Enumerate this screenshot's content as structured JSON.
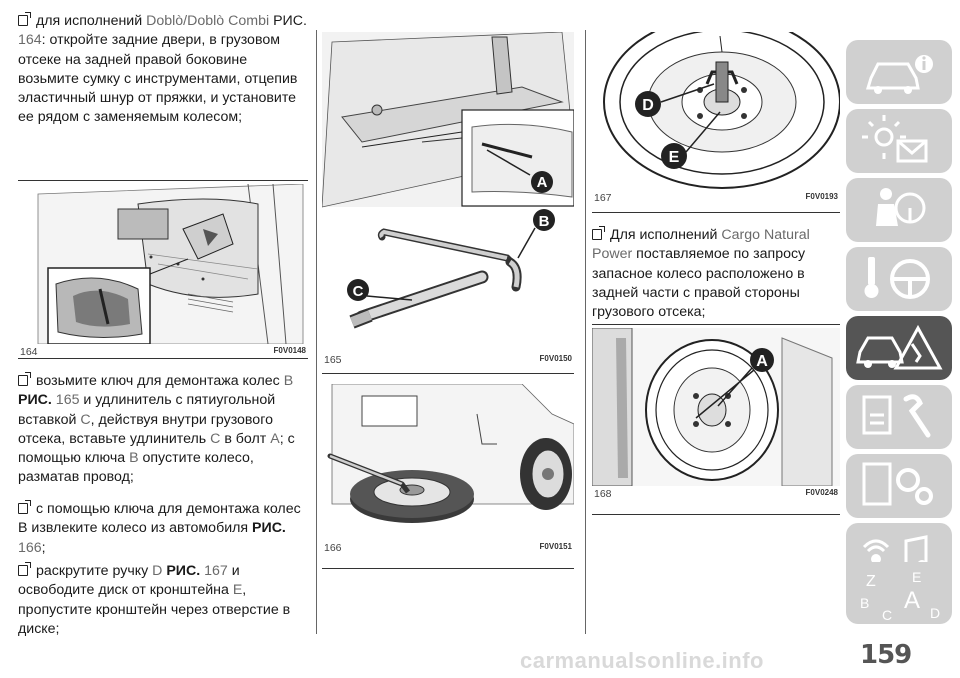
{
  "col1": {
    "p1": {
      "lead": "для исполнений ",
      "model": "Doblò/Doblò Combi",
      "ris": " РИС.",
      "fig": " 164",
      "text": ": откройте задние двери, в грузовом отсеке на задней правой боковине возьмите сумку с инструментами, отцепив эластичный шнур от пряжки, и установите ее рядом с заменяемым колесом;"
    },
    "fig164": {
      "num": "164",
      "code": "F0V0148"
    },
    "p2": {
      "t1": "возьмите ключ для демонтажа колес ",
      "B": "B",
      "ris": " РИС.",
      "fig": " 165",
      "t2": " и удлинитель с пятиугольной вставкой ",
      "C": "C",
      "t3": ", действуя внутри грузового отсека, вставьте удлинитель ",
      "C2": "C",
      "t4": " в болт ",
      "A": "A",
      "t5": "; с помощью ключа ",
      "B2": "B",
      "t6": " опустите колесо, разматав провод;"
    },
    "p3": {
      "t1": "с помощью ключа для демонтажа колес В извлеките колесо из автомобиля ",
      "ris": "РИС.",
      "fig": " 166",
      "t2": ";"
    },
    "p4": {
      "t1": "раскрутите ручку ",
      "D": "D",
      "ris": " РИС.",
      "fig": " 167",
      "t2": " и освободите диск от кронштейна ",
      "E": "E",
      "t3": ", пропустите кронштейн через отверстие в диске;"
    }
  },
  "col2": {
    "fig165": {
      "num": "165",
      "code": "F0V0150",
      "labels": [
        "A",
        "B",
        "C"
      ]
    },
    "fig166": {
      "num": "166",
      "code": "F0V0151"
    }
  },
  "col3": {
    "fig167": {
      "num": "167",
      "code": "F0V0193",
      "labels": [
        "D",
        "E"
      ]
    },
    "p5": {
      "lead": "Для исполнений ",
      "model": "Cargo Natural Power",
      "text": " поставляемое по запросу запасное колесо расположено в задней части с правой стороны грузового отсека;"
    },
    "fig168": {
      "num": "168",
      "code": "F0V0248",
      "labels": [
        "A"
      ]
    }
  },
  "nav": {
    "tabs": [
      {
        "name": "knowing-car",
        "icon": "car-info-icon"
      },
      {
        "name": "dashboard",
        "icon": "warning-lights-icon"
      },
      {
        "name": "safety",
        "icon": "airbag-person-icon"
      },
      {
        "name": "starting-driving",
        "icon": "key-steering-icon"
      },
      {
        "name": "emergency",
        "icon": "breakdown-car-icon",
        "active": true
      },
      {
        "name": "maintenance",
        "icon": "wrench-icon"
      },
      {
        "name": "technical-data",
        "icon": "gears-icon"
      },
      {
        "name": "multimedia",
        "icon": "music-signal-icon"
      },
      {
        "name": "index",
        "icon": "alphabet-index-icon"
      }
    ],
    "active_color": "#555555",
    "inactive_color": "#d0d0d0"
  },
  "page_number": "159",
  "watermark": "carmanualsonline.info"
}
